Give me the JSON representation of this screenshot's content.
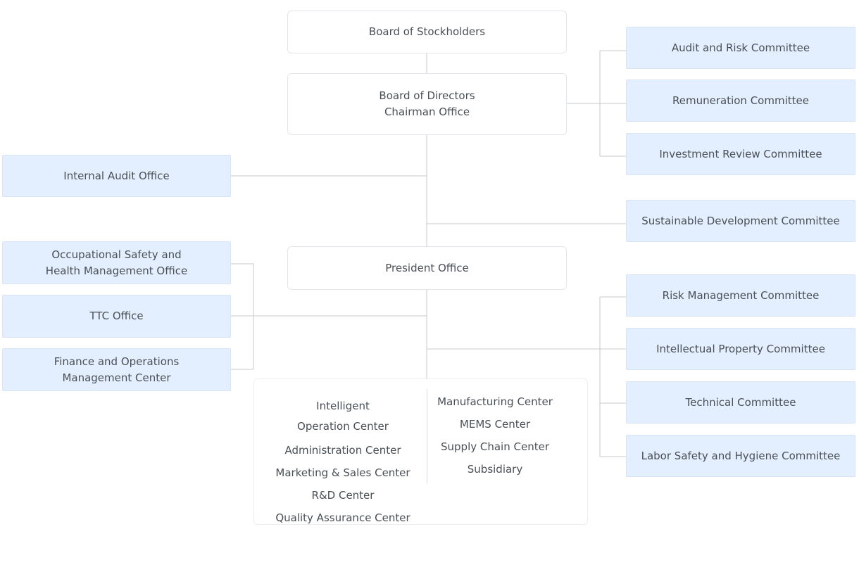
{
  "board_of_stockholders": "Board of Stockholders",
  "board_of_directors": "Board of Directors\nChairman Office",
  "president_office": "President Office",
  "board_committees": [
    "Audit and Risk Committee",
    "Remuneration Committee",
    "Investment Review Committee"
  ],
  "sustainable_committee": "Sustainable Development Committee",
  "president_committees": [
    "Risk Management Committee",
    "Intellectual Property Committee",
    "Technical Committee",
    "Labor Safety and Hygiene Committee"
  ],
  "internal_audit": "Internal Audit Office",
  "staff_offices": [
    "Occupational Safety and\nHealth Management Office",
    "TTC Office",
    "Finance and Operations\nManagement Center"
  ],
  "centers_left": [
    "Intelligent Operation Center",
    "Administration Center",
    "Marketing & Sales Center",
    "R&D Center",
    "Quality Assurance Center"
  ],
  "centers_right": [
    "Manufacturing Center",
    "MEMS Center",
    "Supply Chain Center",
    "Subsidiary"
  ],
  "colors": {
    "line": "#c5c9ce",
    "box_blue": "#e3efff",
    "box_border": "#e3e6ea",
    "text": "#4a4f55"
  }
}
